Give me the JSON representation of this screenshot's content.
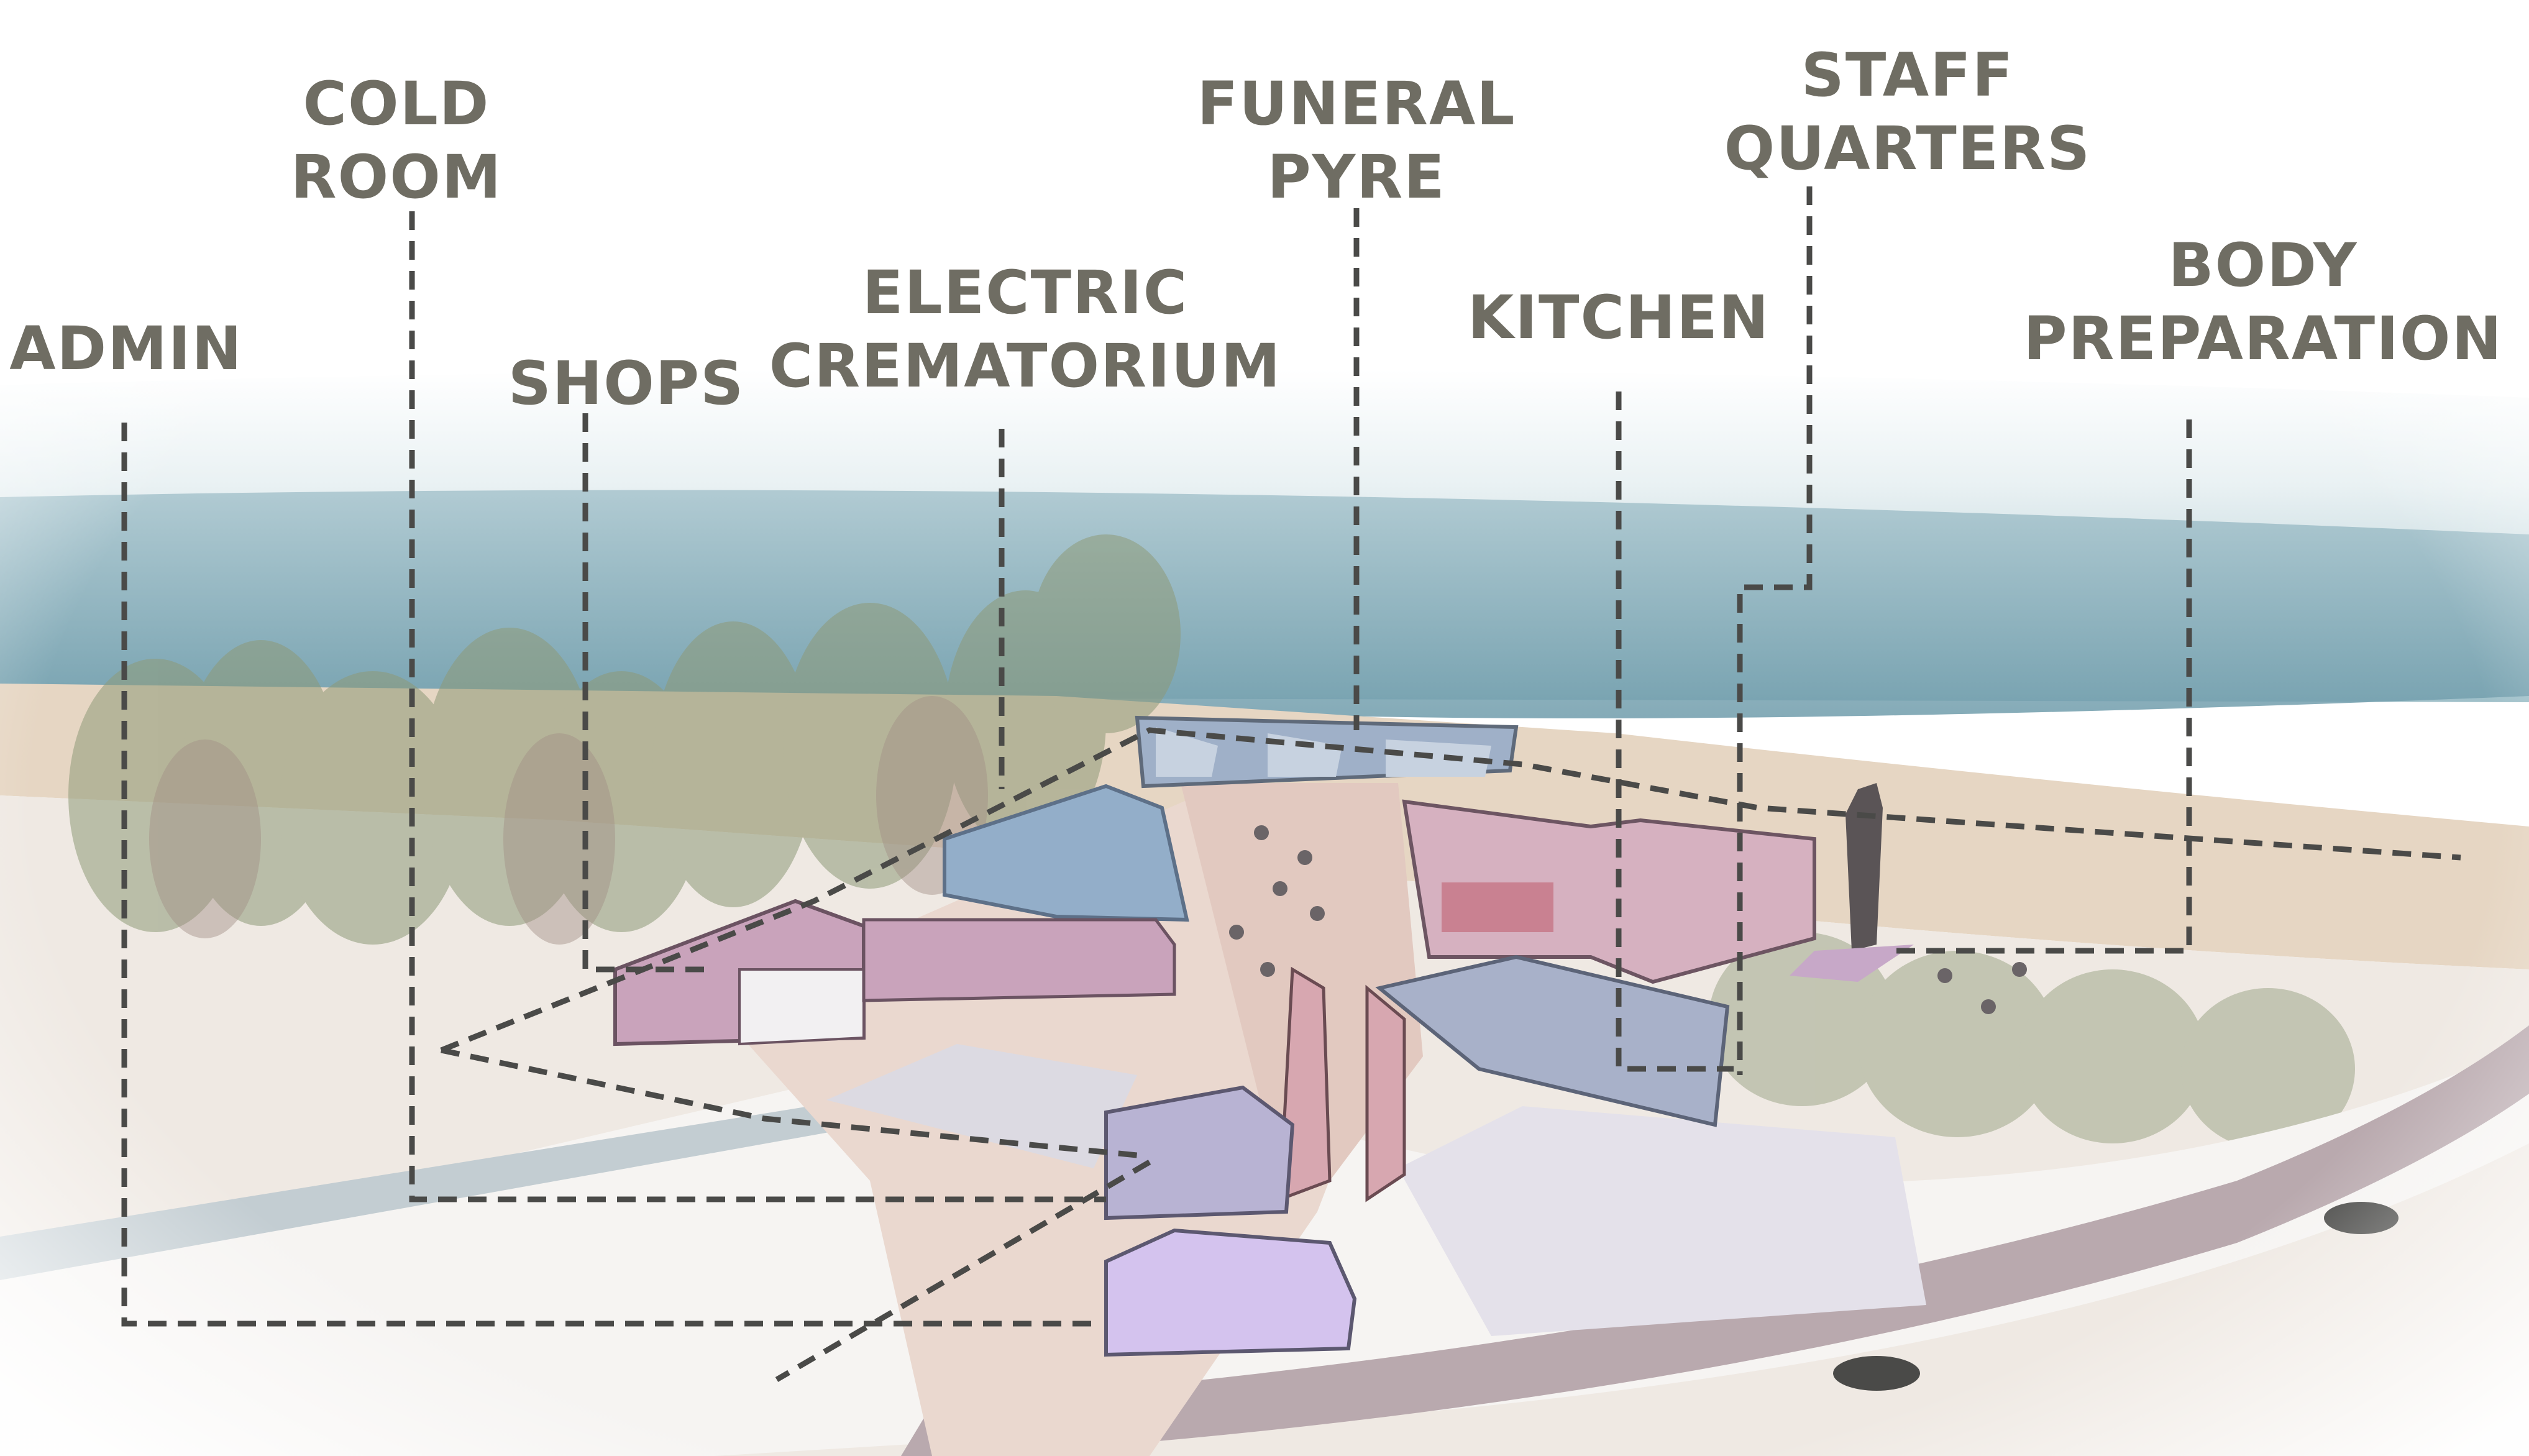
{
  "labels": {
    "admin": "ADMIN",
    "cold_room": [
      "COLD",
      "ROOM"
    ],
    "shops": "SHOPS",
    "electric_crematorium": [
      "ELECTRIC",
      "CREMATORIUM"
    ],
    "funeral_pyre": [
      "FUNERAL",
      "PYRE"
    ],
    "kitchen": "KITCHEN",
    "staff_quarters": [
      "STAFF",
      "QUARTERS"
    ],
    "body_preparation": [
      "BODY",
      "PREPARATION"
    ]
  },
  "colors": {
    "label_text": "#6f6d63",
    "leader_line": "#4a4a48",
    "sea": "#6f9cab",
    "sand": "#e6d6c3",
    "plaza": "#ead8cf",
    "road": "#b9a9ae",
    "admin_block": "#c9bde0",
    "shops_block": "#c9a3bb",
    "crematorium_block": "#93aec9",
    "pyre_block": "#9fb0c8",
    "kitchen_block": "#d6b1c0",
    "body_prep_block": "#a8b1c9",
    "ramp_walls": "#d7a7b0",
    "trees": "#8e9a78"
  }
}
